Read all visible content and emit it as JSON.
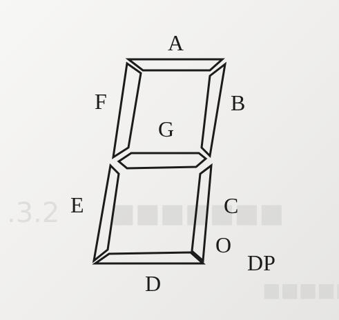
{
  "diagram": {
    "segments": [
      {
        "id": "A",
        "label": "A"
      },
      {
        "id": "B",
        "label": "B"
      },
      {
        "id": "C",
        "label": "C"
      },
      {
        "id": "D",
        "label": "D"
      },
      {
        "id": "E",
        "label": "E"
      },
      {
        "id": "F",
        "label": "F"
      },
      {
        "id": "G",
        "label": "G"
      }
    ],
    "dp_label": "DP",
    "dp_dot_label": "O"
  },
  "colors": {
    "paper": "#f1f0ee",
    "ink": "#1b1b1b",
    "bleed_through": "#cfcfcd"
  }
}
